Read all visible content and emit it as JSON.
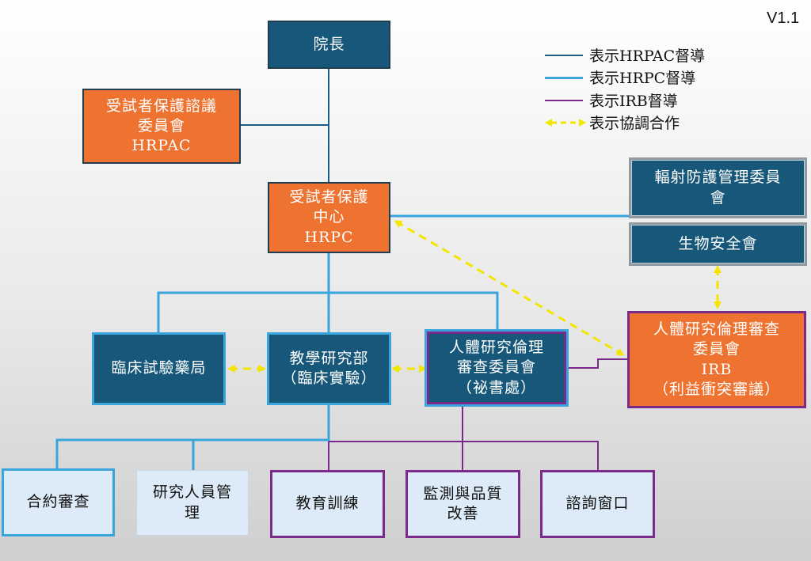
{
  "version": "V1.1",
  "legend": [
    {
      "text": "表示HRPAC督導",
      "style": "navy-line",
      "color": "#1e5c80"
    },
    {
      "text": "表示HRPC督導",
      "style": "blue-line",
      "color": "#3aa4dc"
    },
    {
      "text": "表示IRB督導",
      "style": "purple-line",
      "color": "#7a2a8a"
    },
    {
      "text": "表示協調合作",
      "style": "yellow-dashed-arrow",
      "color": "#f2e600"
    }
  ],
  "nodes": {
    "president": {
      "lines": [
        "院長"
      ]
    },
    "hrpac": {
      "lines": [
        "受試者保護諮議",
        "委員會",
        "HRPAC"
      ]
    },
    "hrpc": {
      "lines": [
        "受試者保護",
        "中心",
        "HRPC"
      ]
    },
    "radiation": {
      "lines": [
        "輻射防護管理委員",
        "會"
      ]
    },
    "biosafety": {
      "lines": [
        "生物安全會"
      ]
    },
    "clinical_trial_bureau": {
      "lines": [
        "臨床試驗藥局"
      ]
    },
    "teaching_research": {
      "lines": [
        "教學研究部",
        "（臨床實驗）"
      ]
    },
    "irb_secretariat": {
      "lines": [
        "人體研究倫理",
        "審查委員會",
        "（祕書處）"
      ]
    },
    "irb": {
      "lines": [
        "人體研究倫理審查",
        "委員會",
        "IRB",
        "（利益衝突審議）"
      ]
    },
    "contract_review": {
      "lines": [
        "合約審查"
      ]
    },
    "researcher_mgmt": {
      "lines": [
        "研究人員管",
        "理"
      ]
    },
    "education_training": {
      "lines": [
        "教育訓練"
      ]
    },
    "monitoring_quality": {
      "lines": [
        "監測與品質",
        "改善"
      ]
    },
    "consult_window": {
      "lines": [
        "諮詢窗口"
      ]
    }
  },
  "colors": {
    "navy_fill": "#17587a",
    "orange_fill": "#ee7330",
    "light_fill": "#dcebf7",
    "hrpac_line": "#1e5c80",
    "hrpc_line": "#3aa4dc",
    "irb_line": "#7a2a8a",
    "coordination": "#f2e600"
  }
}
